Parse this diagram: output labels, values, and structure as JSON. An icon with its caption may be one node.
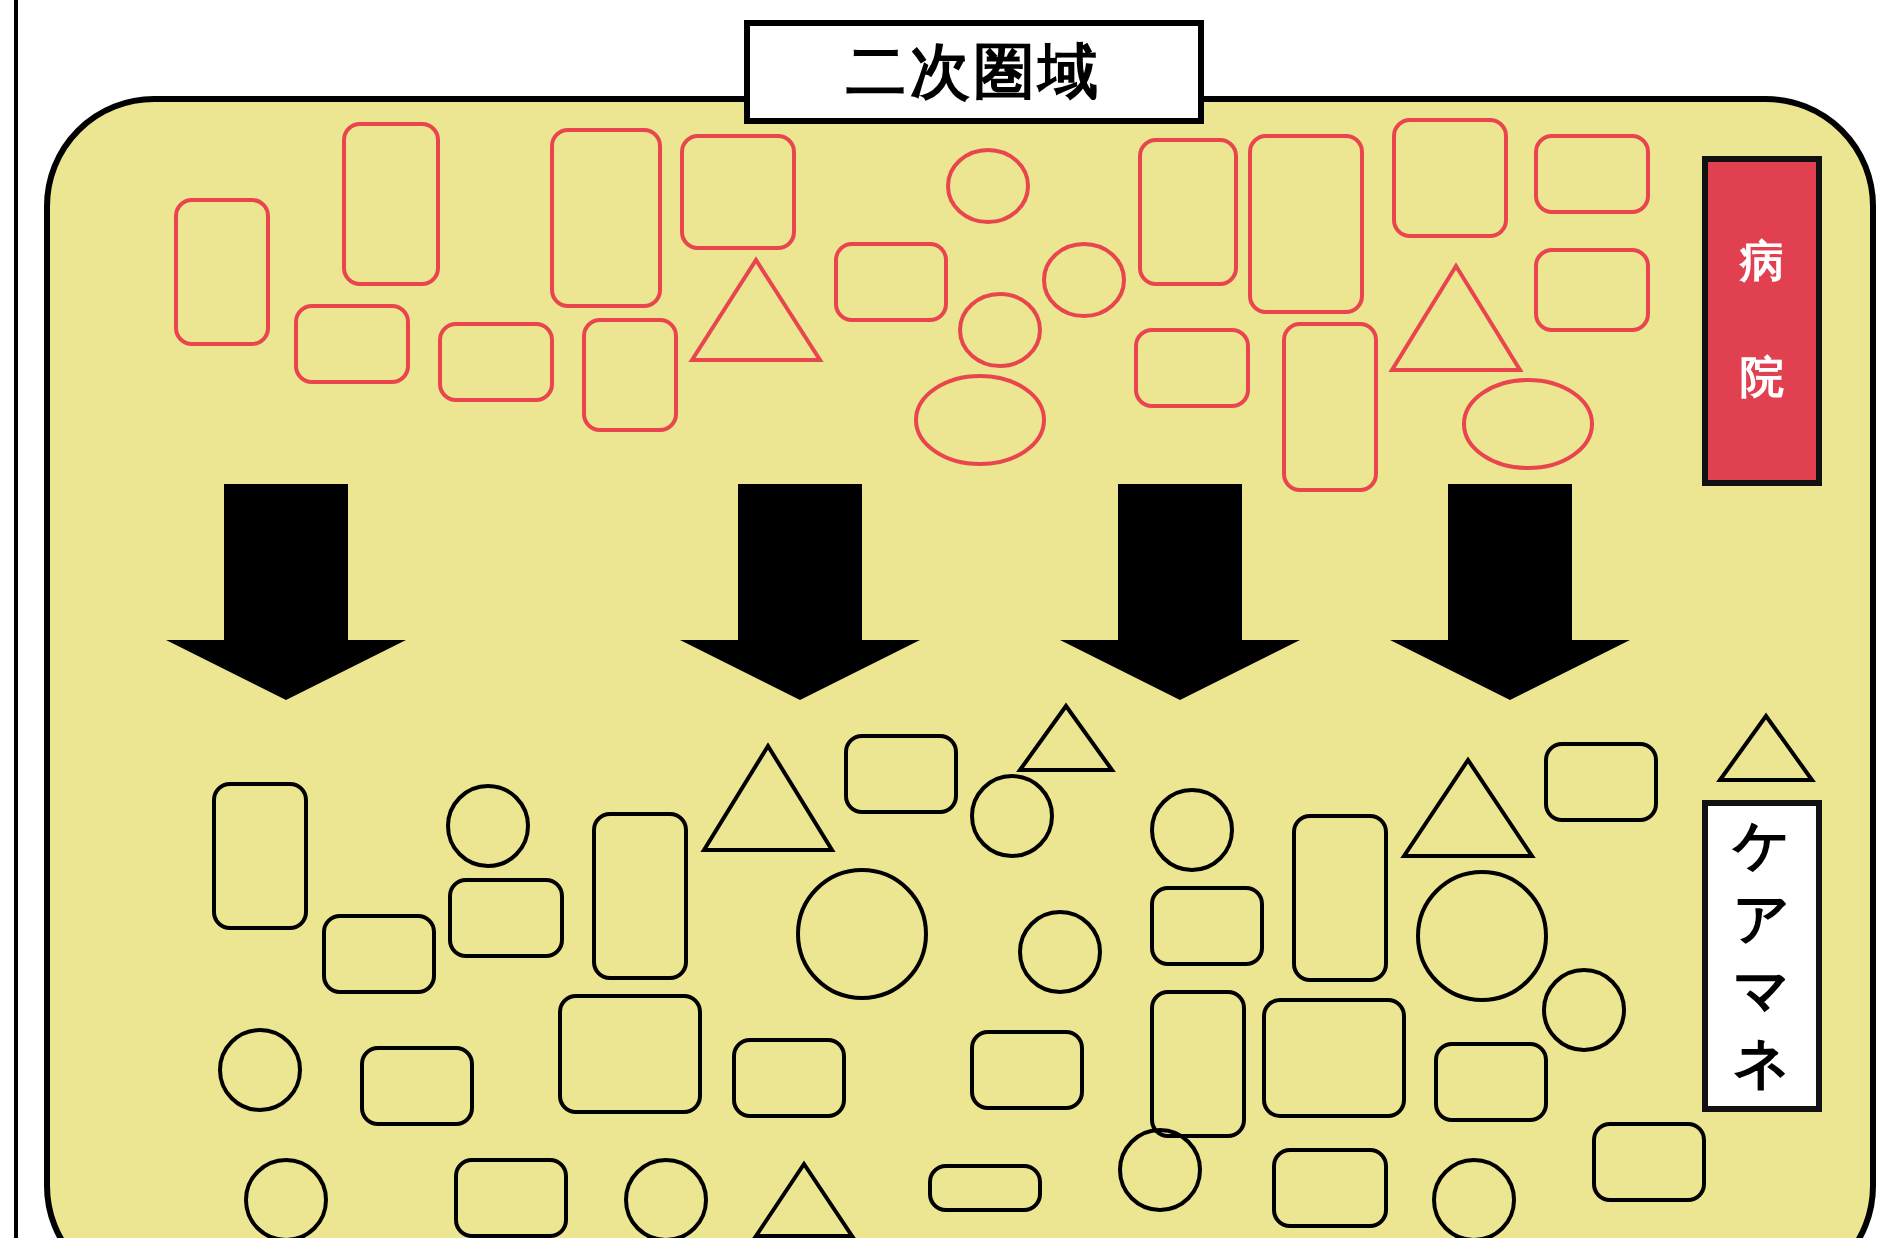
{
  "diagram": {
    "nodes": [
      {
        "text": [
          "二次圏域"
        ]
      },
      {
        "text": [
          "病院"
        ],
        "in": 0
      },
      {
        "text": [
          "ケアマネ"
        ],
        "in": 0
      }
    ]
  }
}
